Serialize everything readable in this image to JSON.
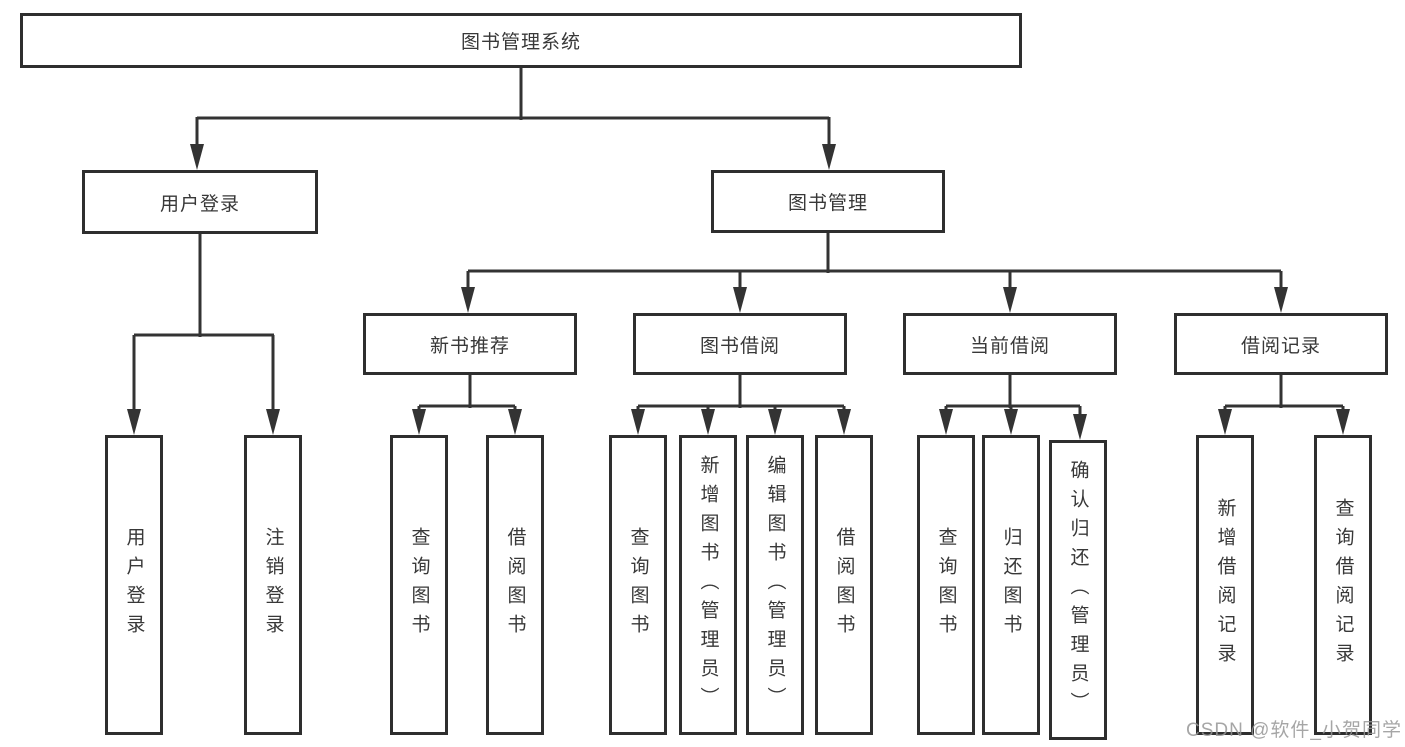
{
  "tree": {
    "root": {
      "label": "图书管理系统"
    },
    "branches": [
      {
        "label": "用户登录",
        "children": [
          {
            "label": "用户登录"
          },
          {
            "label": "注销登录"
          }
        ]
      },
      {
        "label": "图书管理",
        "children": [
          {
            "label": "新书推荐",
            "children": [
              {
                "label": "查询图书"
              },
              {
                "label": "借阅图书"
              }
            ]
          },
          {
            "label": "图书借阅",
            "children": [
              {
                "label": "查询图书"
              },
              {
                "label": "新增图书（管理员）"
              },
              {
                "label": "编辑图书（管理员）"
              },
              {
                "label": "借阅图书"
              }
            ]
          },
          {
            "label": "当前借阅",
            "children": [
              {
                "label": "查询图书"
              },
              {
                "label": "归还图书"
              },
              {
                "label": "确认归还（管理员）"
              }
            ]
          },
          {
            "label": "借阅记录",
            "children": [
              {
                "label": "新增借阅记录"
              },
              {
                "label": "查询借阅记录"
              }
            ]
          }
        ]
      }
    ]
  },
  "watermark": {
    "text": "CSDN @软件_小贺同学"
  },
  "colors": {
    "line": "#333333",
    "box_border": "#2e2e2e",
    "text": "#383838",
    "background": "#ffffff",
    "watermark": "#969696"
  }
}
